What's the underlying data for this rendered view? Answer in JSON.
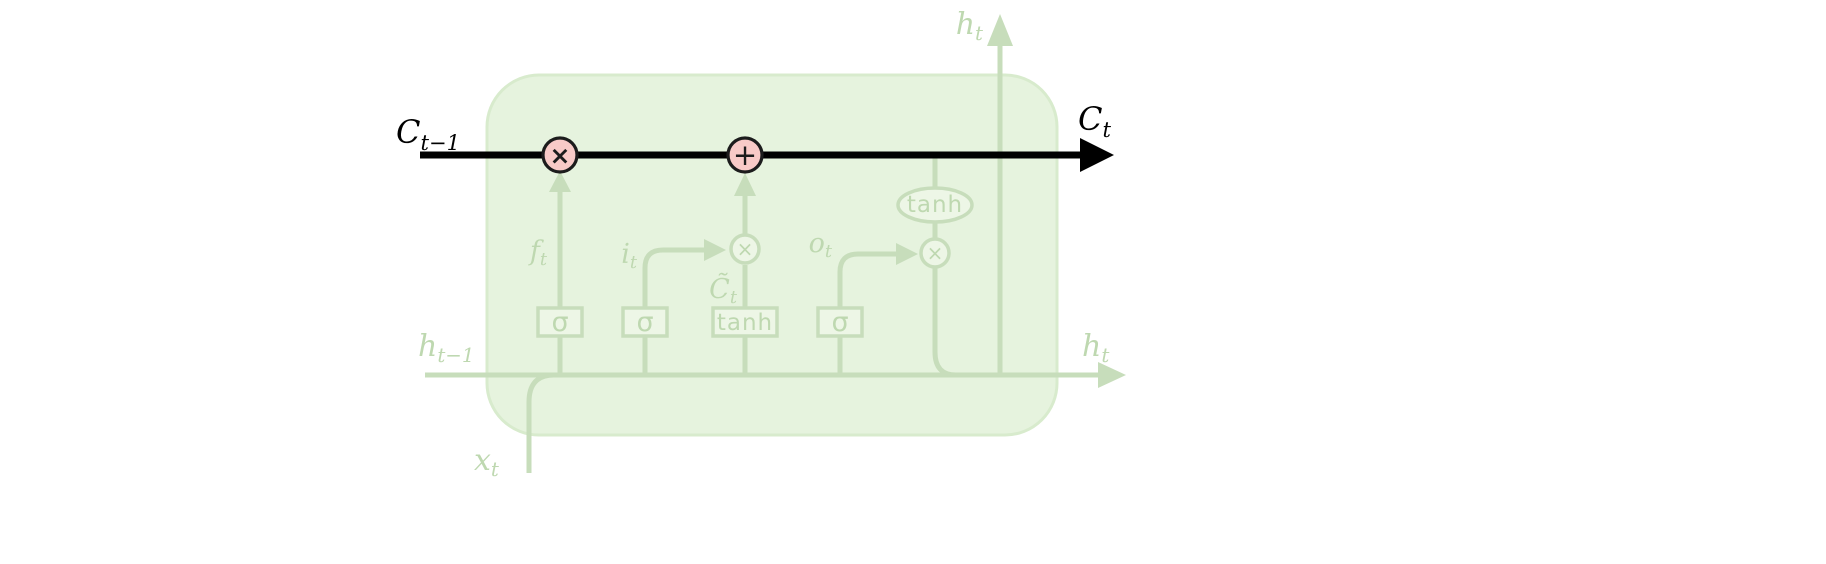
{
  "colors": {
    "background": "#ffffff",
    "cell_fill": "#e6f3de",
    "cell_stroke": "#d8ebcd",
    "faded": "#c7ddbb",
    "faded_text": "#bed8b0",
    "box_fill": "#edf6e6",
    "highlight": "#000000",
    "op_fill": "#f8cac7",
    "op_stroke": "#1c1c1c",
    "op_symbol": "#1c1c1c"
  },
  "diagram": {
    "labels": {
      "c_prev": {
        "base": "C",
        "sub": "t−1"
      },
      "c_next": {
        "base": "C",
        "sub": "t"
      },
      "h_top": {
        "base": "h",
        "sub": "t"
      },
      "h_right": {
        "base": "h",
        "sub": "t"
      },
      "h_prev": {
        "base": "h",
        "sub": "t−1"
      },
      "x_input": {
        "base": "x",
        "sub": "t"
      },
      "forget_gate": {
        "base": "f",
        "sub": "t"
      },
      "input_gate": {
        "base": "i",
        "sub": "t"
      },
      "output_gate": {
        "base": "o",
        "sub": "t"
      },
      "candidate": {
        "base": "C̃",
        "sub": "t"
      }
    },
    "nodes": {
      "sigma": "σ",
      "tanh_box": "tanh",
      "tanh_oval": "tanh",
      "multiply": "×",
      "add": "+"
    }
  }
}
